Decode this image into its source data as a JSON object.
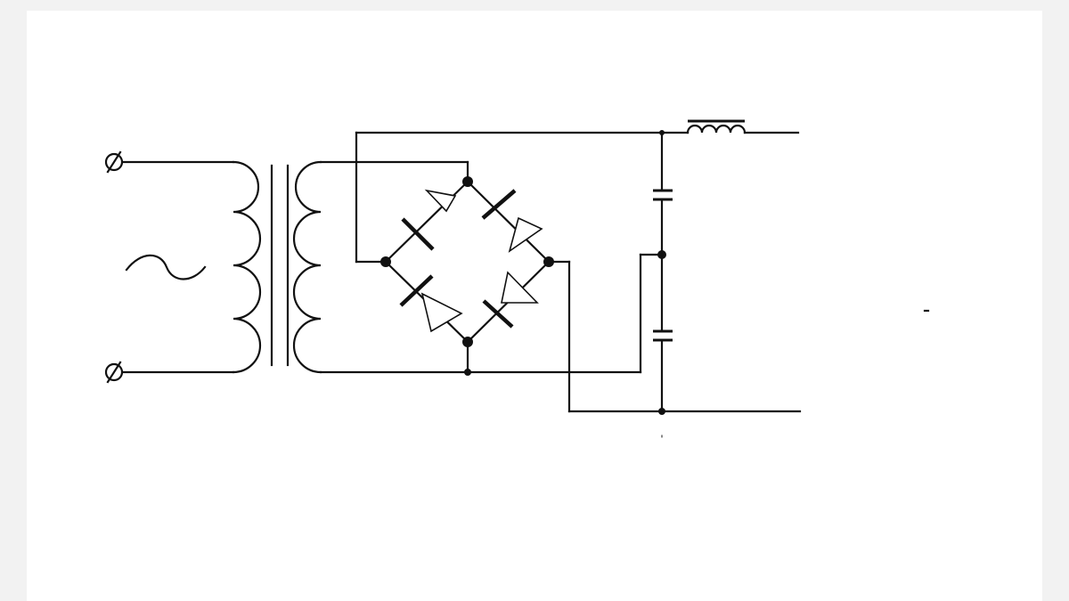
{
  "diagram": {
    "kind": "schematic",
    "colors": {
      "background": "#f2f2f2",
      "paper": "#ffffff",
      "ink": "#111111"
    },
    "components": [
      {
        "id": "input-terminal-top",
        "symbol": "terminal"
      },
      {
        "id": "input-terminal-bottom",
        "symbol": "terminal"
      },
      {
        "id": "ac-source",
        "symbol": "tilde"
      },
      {
        "id": "transformer",
        "symbol": "transformer-iron-core"
      },
      {
        "id": "bridge-rectifier",
        "symbol": "diode-bridge",
        "diodes": 4
      },
      {
        "id": "capacitor-top",
        "symbol": "capacitor"
      },
      {
        "id": "capacitor-bottom",
        "symbol": "capacitor"
      },
      {
        "id": "output-inductor",
        "symbol": "inductor-iron-core"
      }
    ],
    "labels": []
  }
}
